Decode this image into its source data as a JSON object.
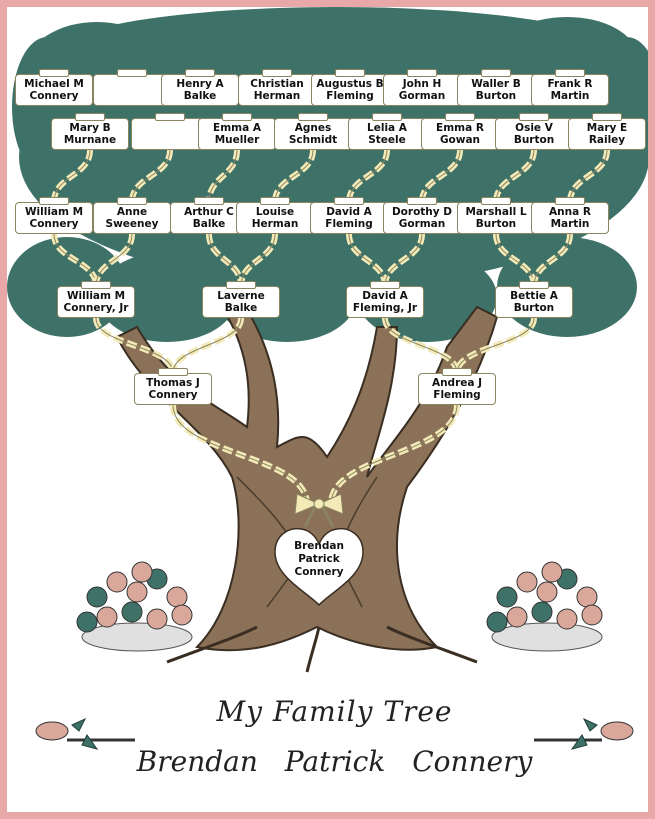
{
  "title": "My Family Tree",
  "subtitle": "Brendan Patrick Connery",
  "person": {
    "name": "Brendan Patrick Connery",
    "lines": [
      "Brendan",
      "Patrick",
      "Connery"
    ]
  },
  "parents": [
    {
      "id": "father",
      "lines": [
        "Thomas J",
        "Connery"
      ]
    },
    {
      "id": "mother",
      "lines": [
        "Andrea J",
        "Fleming"
      ]
    }
  ],
  "grandparents": [
    {
      "lines": [
        "William M",
        "Connery, Jr"
      ]
    },
    {
      "lines": [
        "Laverne",
        "Balke"
      ]
    },
    {
      "lines": [
        "David A",
        "Fleming, Jr"
      ]
    },
    {
      "lines": [
        "Bettie A",
        "Burton"
      ]
    }
  ],
  "great_grandparents": [
    {
      "lines": [
        "William M",
        "Connery"
      ]
    },
    {
      "lines": [
        "Anne",
        "Sweeney"
      ]
    },
    {
      "lines": [
        "Arthur C",
        "Balke"
      ]
    },
    {
      "lines": [
        "Louise",
        "Herman"
      ]
    },
    {
      "lines": [
        "David A",
        "Fleming"
      ]
    },
    {
      "lines": [
        "Dorothy D",
        "Gorman"
      ]
    },
    {
      "lines": [
        "Marshall L",
        "Burton"
      ]
    },
    {
      "lines": [
        "Anna R",
        "Martin"
      ]
    }
  ],
  "gg_grandparents_top": [
    {
      "lines": [
        "Michael M",
        "Connery"
      ]
    },
    {
      "lines": [
        "",
        ""
      ]
    },
    {
      "lines": [
        "Henry A",
        "Balke"
      ]
    },
    {
      "lines": [
        "Christian",
        "Herman"
      ]
    },
    {
      "lines": [
        "Augustus B",
        "Fleming"
      ]
    },
    {
      "lines": [
        "John H",
        "Gorman"
      ]
    },
    {
      "lines": [
        "Waller B",
        "Burton"
      ]
    },
    {
      "lines": [
        "Frank R",
        "Martin"
      ]
    }
  ],
  "gg_grandparents_bottom": [
    {
      "lines": [
        "Mary B",
        "Murnane"
      ]
    },
    {
      "lines": [
        "",
        ""
      ]
    },
    {
      "lines": [
        "Emma A",
        "Mueller"
      ]
    },
    {
      "lines": [
        "Agnes",
        "Schmidt"
      ]
    },
    {
      "lines": [
        "Lelia A",
        "Steele"
      ]
    },
    {
      "lines": [
        "Emma R",
        "Gowan"
      ]
    },
    {
      "lines": [
        "Osie V",
        "Burton"
      ]
    },
    {
      "lines": [
        "Mary E",
        "Railey"
      ]
    }
  ],
  "colors": {
    "foliage": "#3e7268",
    "trunk": "#8a7158",
    "ribbon": "#f3eab8",
    "frame": "#e8a8a8",
    "rose": "#d9a89a"
  }
}
